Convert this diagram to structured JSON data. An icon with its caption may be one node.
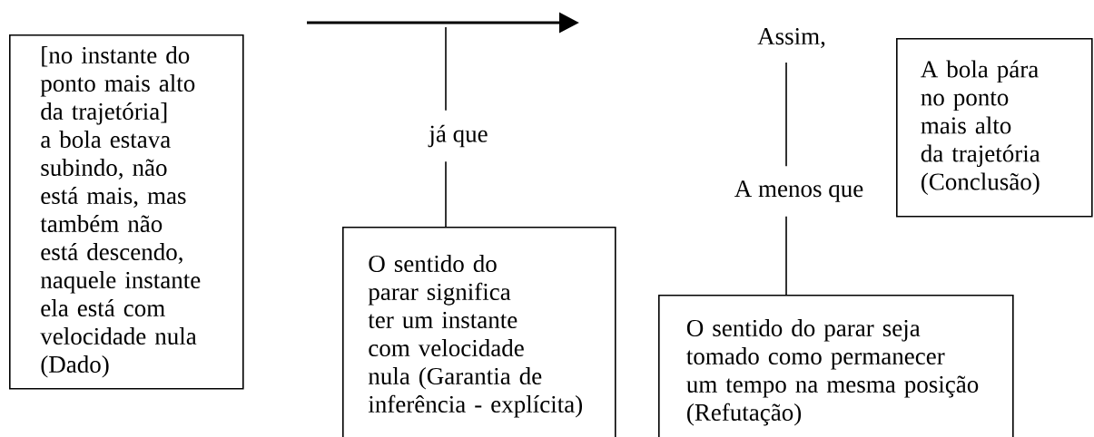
{
  "diagram": {
    "nodes": [
      {
        "text": [
          "[no instante do ponto mais alto da trajetória] a bola estava subindo, não está mais, mas também não está descendo, naquele instante ela está com velocidade nula (Dado)"
        ]
      },
      {
        "text": [
          "Assim,"
        ]
      },
      {
        "text": [
          "A bola pára no ponto mais alto da trajetória (Conclusão)"
        ]
      },
      {
        "text": [
          "já que"
        ]
      },
      {
        "text": [
          "A menos que"
        ]
      },
      {
        "text": [
          "O sentido do parar significa ter um instante com velocidade nula (Garantia de inferência - explícita)"
        ]
      },
      {
        "text": [
          "O sentido do parar seja tomado como permanecer um tempo na mesma posição (Refutação)"
        ]
      }
    ],
    "edges": [
      {
        "from": null,
        "to": 3,
        "arrow": "none"
      },
      {
        "from": 3,
        "to": 5,
        "arrow": "none"
      },
      {
        "from": 1,
        "to": 4,
        "arrow": "none"
      },
      {
        "from": 4,
        "to": 6,
        "arrow": "none"
      }
    ]
  }
}
